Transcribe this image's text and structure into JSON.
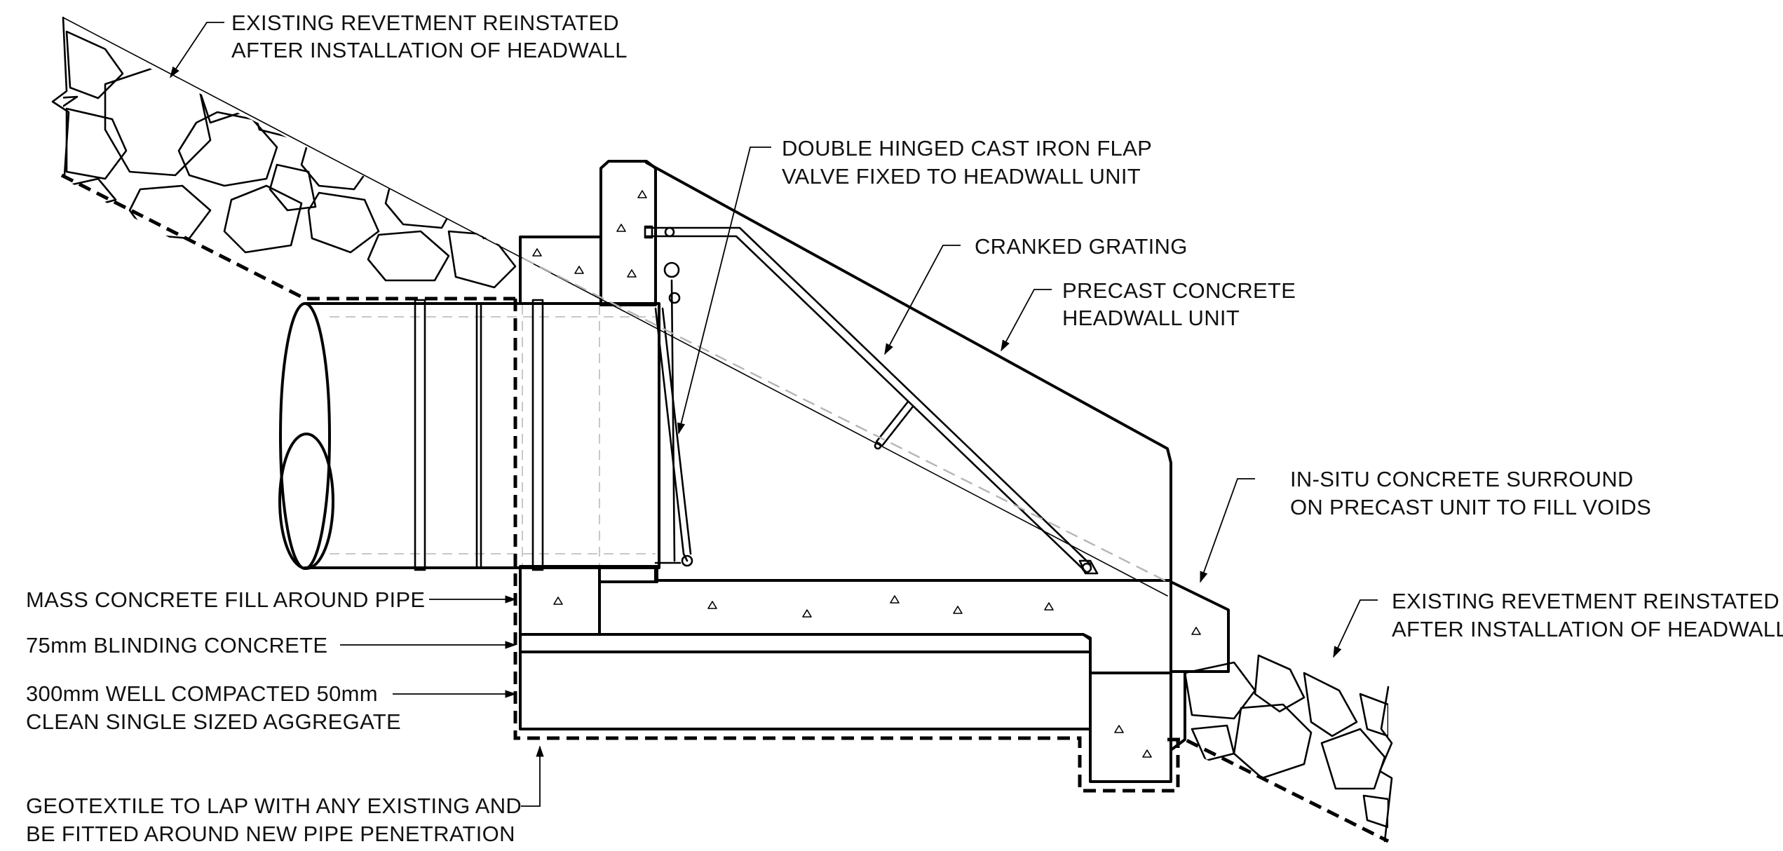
{
  "labels": {
    "revetment_top_line1": "EXISTING REVETMENT REINSTATED",
    "revetment_top_line2": "AFTER INSTALLATION OF HEADWALL",
    "flap_valve_line1": "DOUBLE HINGED CAST IRON FLAP",
    "flap_valve_line2": "VALVE FIXED TO HEADWALL UNIT",
    "cranked_grating": "CRANKED GRATING",
    "precast_line1": "PRECAST CONCRETE",
    "precast_line2": "HEADWALL UNIT",
    "insitu_line1": "IN-SITU CONCRETE SURROUND",
    "insitu_line2": "ON PRECAST UNIT TO FILL VOIDS",
    "revetment_bottom_line1": "EXISTING REVETMENT REINSTATED",
    "revetment_bottom_line2": "AFTER INSTALLATION OF HEADWALL",
    "mass_concrete": "MASS CONCRETE FILL AROUND PIPE",
    "blinding": "75mm BLINDING CONCRETE",
    "aggregate_line1": "300mm WELL COMPACTED 50mm",
    "aggregate_line2": "CLEAN SINGLE SIZED AGGREGATE",
    "geotextile_line1": "GEOTEXTILE TO LAP WITH ANY EXISTING AND",
    "geotextile_line2": "BE FITTED AROUND NEW PIPE PENETRATION"
  }
}
